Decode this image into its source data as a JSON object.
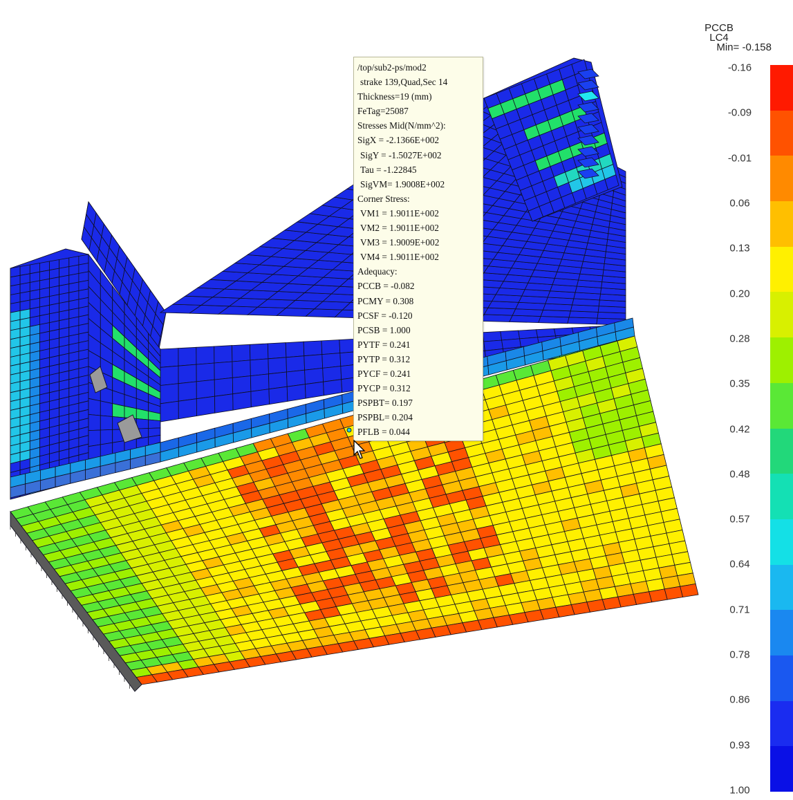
{
  "legend": {
    "title": "PCCB",
    "subtitle": "LC4",
    "min_text": "Min= -0.158",
    "labels": [
      "-0.16",
      "-0.09",
      "-0.01",
      "0.06",
      "0.13",
      "0.20",
      "0.28",
      "0.35",
      "0.42",
      "0.48",
      "0.57",
      "0.64",
      "0.71",
      "0.78",
      "0.86",
      "0.93",
      "1.00"
    ],
    "colors": [
      "#ff1a00",
      "#ff5200",
      "#ff8a00",
      "#ffbf00",
      "#fff000",
      "#d8f000",
      "#9ef000",
      "#5ae836",
      "#22d87a",
      "#14e0b4",
      "#14e0e6",
      "#1ab8f0",
      "#1a88f0",
      "#1a58f0",
      "#1a2cf0",
      "#0a10e6"
    ]
  },
  "tooltip": {
    "lines": [
      "/top/sub2-ps/mod2",
      "strake 139,Quad,Sec 14",
      "Thickness=19 (mm)",
      "FeTag=25087",
      "Stresses Mid(N/mm^2):",
      "SigX = -2.1366E+002",
      "SigY = -1.5027E+002",
      "Tau = -1.22845",
      "SigVM= 1.9008E+002",
      "Corner Stress:",
      "VM1 = 1.9011E+002",
      "VM2 = 1.9011E+002",
      "VM3 = 1.9009E+002",
      "VM4 = 1.9011E+002",
      "Adequacy:",
      "PCCB = -0.082",
      "PCMY = 0.308",
      "PCSF = -0.120",
      "PCSB = 1.000",
      "PYTF = 0.241",
      "PYTP = 0.312",
      "PYCF = 0.241",
      "PYCP = 0.312",
      "PSPBT= 0.197",
      "PSPBL= 0.204",
      "PFLB = 0.044"
    ],
    "indented": [
      1,
      6,
      7,
      8,
      10,
      11,
      12,
      13
    ]
  },
  "colors": {
    "panel_blue": "#1a2ae8",
    "mesh_line": "#101020",
    "tooltip_bg": "#fdfde9"
  }
}
